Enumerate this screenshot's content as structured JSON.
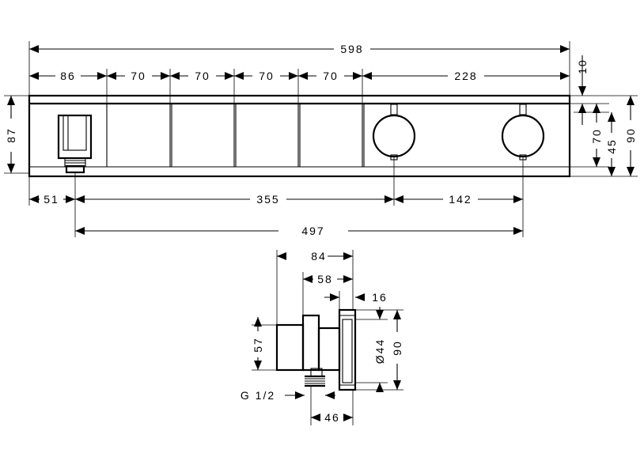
{
  "front_view": {
    "overall_width": "598",
    "segments": [
      "86",
      "70",
      "70",
      "70",
      "70",
      "228"
    ],
    "height": "87",
    "offset_top": "10",
    "knob_spacing_vertical": "70",
    "knob_height": "45",
    "total_height": "90",
    "outlet_offset": "51",
    "knob1_offset": "355",
    "knob_spacing": "142",
    "outlet_to_knob2": "497"
  },
  "side_view": {
    "depth_total": "84",
    "depth_body": "58",
    "plate_thickness": "16",
    "body_height": "57",
    "diameter": "Ø44",
    "plate_height": "90",
    "thread": "G 1/2",
    "outlet_depth": "46"
  }
}
